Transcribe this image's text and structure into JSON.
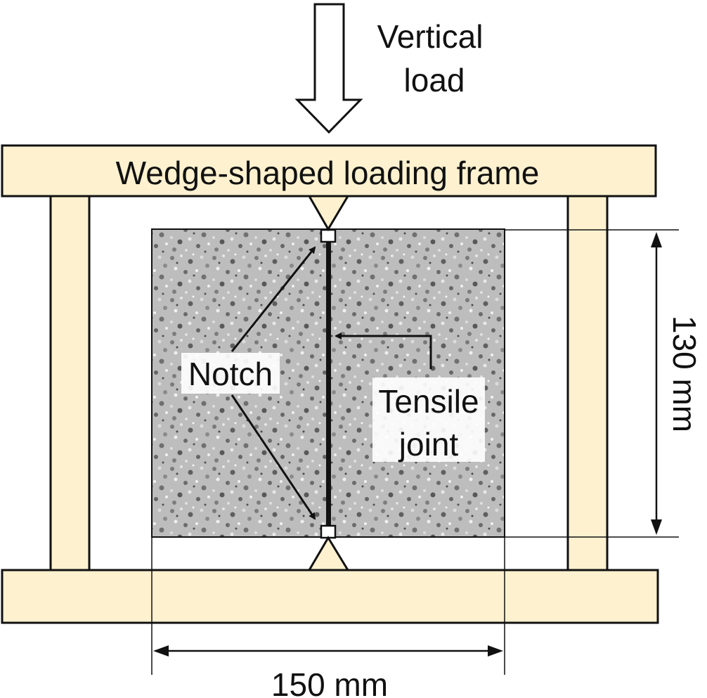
{
  "labels": {
    "vertical_load_line1": "Vertical",
    "vertical_load_line2": "load",
    "frame": "Wedge-shaped loading frame",
    "notch": "Notch",
    "tensile_joint_line1": "Tensile",
    "tensile_joint_line2": "joint",
    "height_dimension": "130 mm",
    "width_dimension": "150 mm"
  },
  "colors": {
    "frame_fill": "#FDF1CF",
    "outline": "#111111",
    "specimen_base": "#b9b9b9",
    "joint": "#111111"
  }
}
